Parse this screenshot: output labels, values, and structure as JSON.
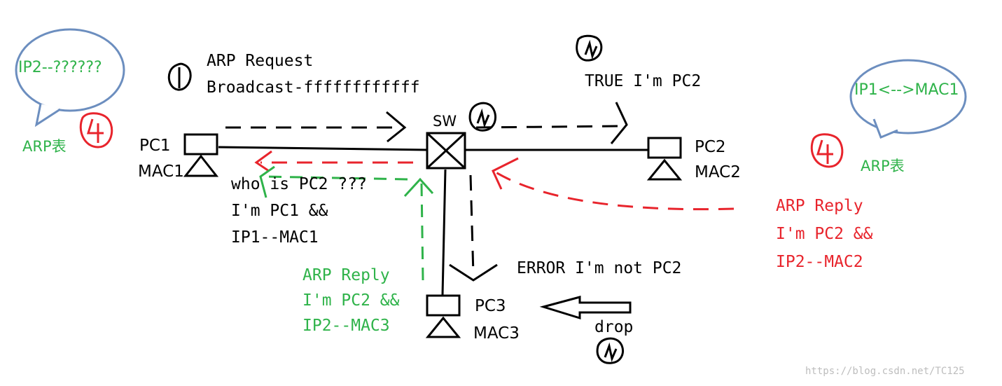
{
  "colors": {
    "black": "#000000",
    "green": "#2fb34a",
    "red": "#e8242c",
    "bubble": "#6c8ebf",
    "watermark": "#bdbdbd"
  },
  "labels": {
    "arp_request": "ARP Request",
    "broadcast": "Broadcast-ffffffffffff",
    "true_reply": "TRUE I'm PC2",
    "sw": "SW",
    "pc1": "PC1",
    "mac1": "MAC1",
    "pc2": "PC2",
    "mac2": "MAC2",
    "pc3": "PC3",
    "mac3": "MAC3",
    "who_is": "who is PC2 ???",
    "im_pc1": "I'm PC1 &&",
    "ip1_mac1": "IP1--MAC1",
    "error": "ERROR I'm not PC2",
    "drop": "drop",
    "left_bubble": "IP2--??????",
    "right_bubble": "IP1<-->MAC1",
    "arp_table_left": "ARP表",
    "arp_table_right": "ARP表",
    "green_reply": [
      "ARP Reply",
      "I'm PC2 &&",
      "IP2--MAC3"
    ],
    "red_reply": [
      "ARP Reply",
      "I'm PC2 &&",
      "IP2--MAC2"
    ],
    "watermark": "https://blog.csdn.net/TC125"
  }
}
